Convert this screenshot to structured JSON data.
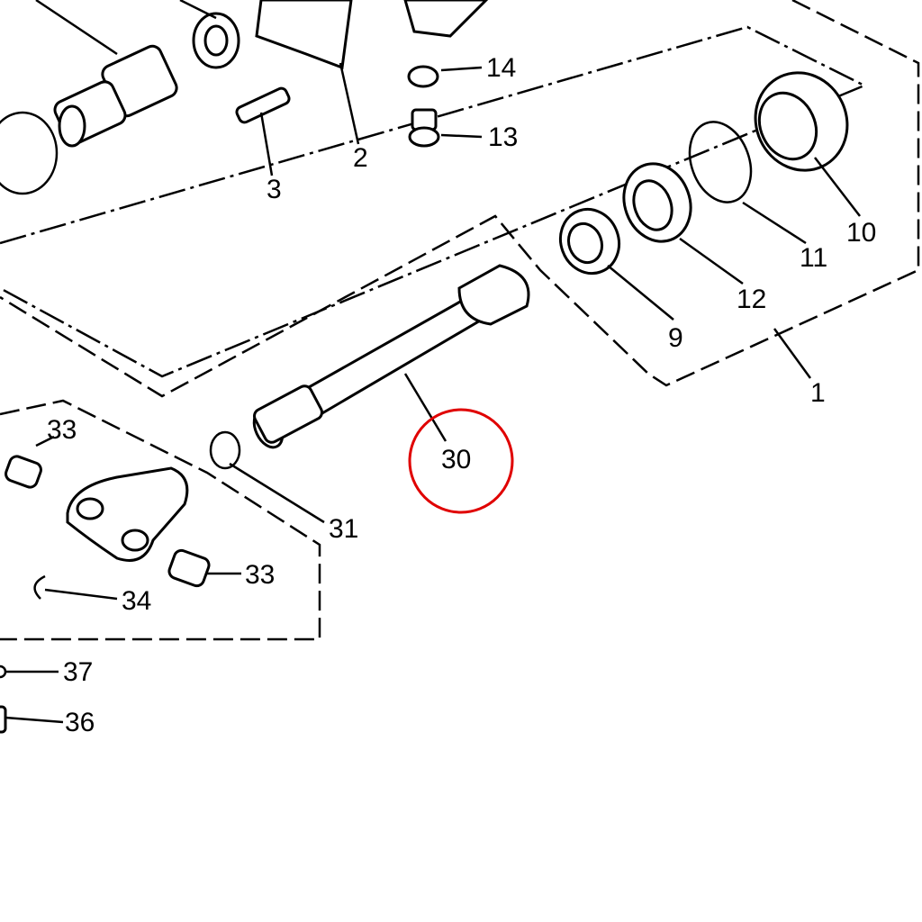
{
  "diagram": {
    "title": "Exploded parts diagram",
    "highlight_color": "#e00000",
    "highlighted_part": "30",
    "callouts": {
      "p14": "14",
      "p13": "13",
      "p2": "2",
      "p3": "3",
      "p10": "10",
      "p11": "11",
      "p12": "12",
      "p9": "9",
      "p1": "1",
      "p30": "30",
      "p33a": "33",
      "p31": "31",
      "p33b": "33",
      "p34": "34",
      "p37": "37",
      "p36": "36"
    }
  }
}
